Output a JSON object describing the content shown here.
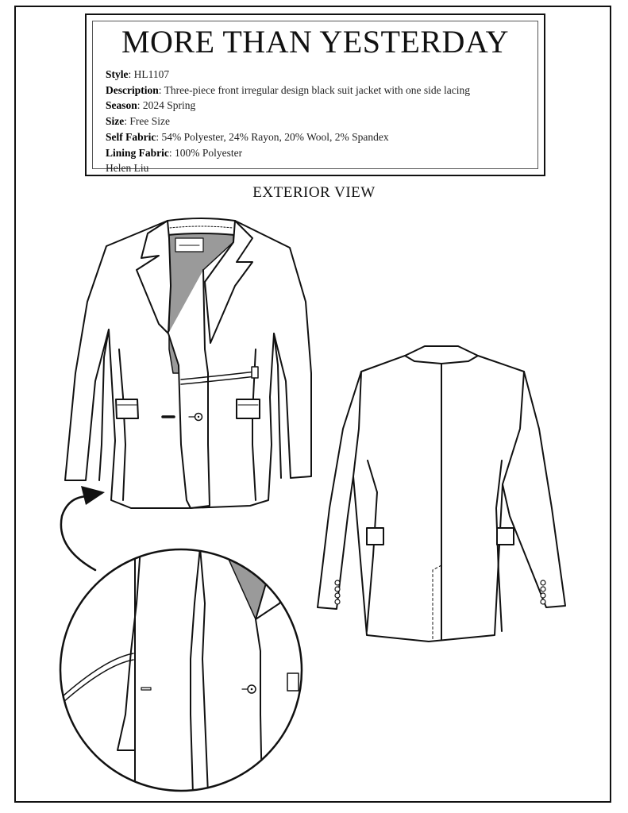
{
  "brand": "MORE THAN YESTERDAY",
  "specs": {
    "style_label": "Style",
    "style": "HL1107",
    "description_label": "Description",
    "description": "Three-piece front irregular design black suit jacket with one side lacing",
    "season_label": "Season",
    "season": "2024 Spring",
    "size_label": "Size",
    "size": "Free Size",
    "self_fabric_label": "Self Fabric",
    "self_fabric": "54% Polyester, 24% Rayon, 20% Wool, 2% Spandex",
    "lining_fabric_label": "Lining Fabric",
    "lining_fabric": "100% Polyester",
    "designer": "Helen Liu"
  },
  "view_title": "EXTERIOR VIEW",
  "colors": {
    "line": "#111111",
    "lining": "#9a9a9a",
    "paper": "#ffffff"
  },
  "illustrations": [
    "front-view-jacket",
    "back-view-jacket",
    "detail-zoom-circle",
    "zoom-arrow"
  ]
}
